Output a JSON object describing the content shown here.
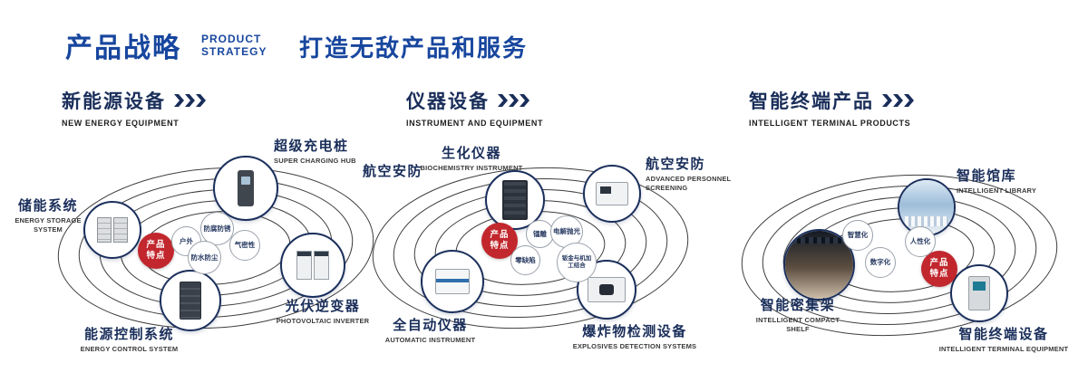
{
  "header": {
    "title": "产品战略",
    "subtitle_line1": "PRODUCT",
    "subtitle_line2": "STRATEGY",
    "tagline": "打造无敌产品和服务"
  },
  "colors": {
    "primary_blue": "#17469e",
    "navy": "#1a2e5a",
    "badge_red": "#c1272d"
  },
  "badge": {
    "line1": "产品",
    "line2": "特点"
  },
  "sections": [
    {
      "title": "新能源设备",
      "subtitle": "NEW ENERGY EQUIPMENT",
      "nodes": [
        {
          "label": "储能系统",
          "en": "ENERGY STORAGE SYSTEM"
        },
        {
          "label": "超级充电桩",
          "en": "SUPER CHARGING HUB"
        },
        {
          "label": "光伏逆变器",
          "en": "PHOTOVOLTAIC INVERTER"
        },
        {
          "label": "能源控制系统",
          "en": "ENERGY CONTROL SYSTEM"
        }
      ],
      "features": [
        "户外",
        "防腐防锈",
        "气密性",
        "防水防尘"
      ]
    },
    {
      "title": "仪器设备",
      "subtitle": "INSTRUMENT AND EQUIPMENT",
      "side_label": "航空安防",
      "nodes": [
        {
          "label": "生化仪器",
          "en": "BIOCHEMISTRY INSTRUMENT"
        },
        {
          "label": "航空安防",
          "en": "ADVANCED PERSONNEL SCREENING"
        },
        {
          "label": "全自动仪器",
          "en": "AUTOMATIC INSTRUMENT"
        },
        {
          "label": "爆炸物检测设备",
          "en": "EXPLOSIVES DETECTION SYSTEMS"
        }
      ],
      "features": [
        "镭雕",
        "电解抛光",
        "零缺陷",
        "钣金与机加工结合"
      ]
    },
    {
      "title": "智能终端产品",
      "subtitle": "INTELLIGENT TERMINAL PRODUCTS",
      "nodes": [
        {
          "label": "智能馆库",
          "en": "INTELLIGENT LIBRARY"
        },
        {
          "label": "智能密集架",
          "en": "INTELLIGENT COMPACT SHELF"
        },
        {
          "label": "智能终端设备",
          "en": "INTELLIGENT TERMINAL EQUIPMENT"
        }
      ],
      "features": [
        "智慧化",
        "人性化",
        "数字化"
      ]
    }
  ]
}
